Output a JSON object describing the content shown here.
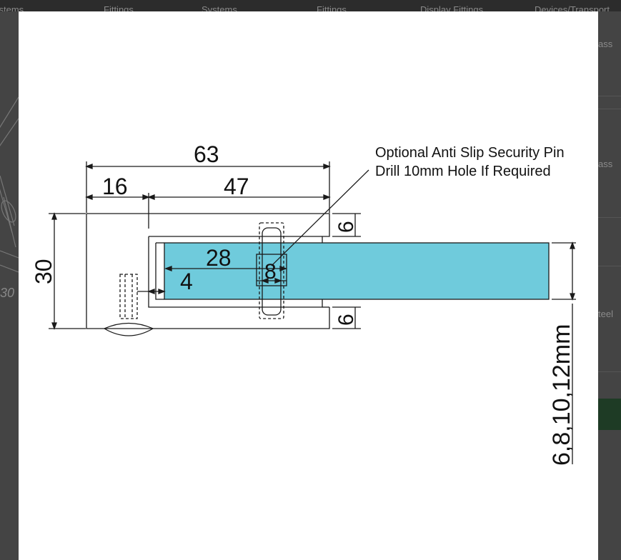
{
  "background": {
    "nav_items": [
      "ystems",
      "Fittings",
      "Systems",
      "Fittings",
      "Display Fittings",
      "Devices/Transport"
    ],
    "right_snippets": [
      "ass",
      "ass",
      "teel"
    ]
  },
  "drawing": {
    "annotation_line1": "Optional Anti Slip Security Pin",
    "annotation_line2": "Drill 10mm Hole If Required",
    "dim_overall_width": "63",
    "dim_left_width": "16",
    "dim_right_width": "47",
    "dim_height": "30",
    "dim_depth": "28",
    "dim_gap": "4",
    "dim_pin": "8",
    "dim_top_lip": "6",
    "dim_bottom_lip": "6",
    "dim_glass": "6,8,10,12mm",
    "bg_partial_label": "30"
  },
  "colors": {
    "glass": "#6fcbdc",
    "line": "#1a1a1a",
    "overlay": "#404040"
  }
}
